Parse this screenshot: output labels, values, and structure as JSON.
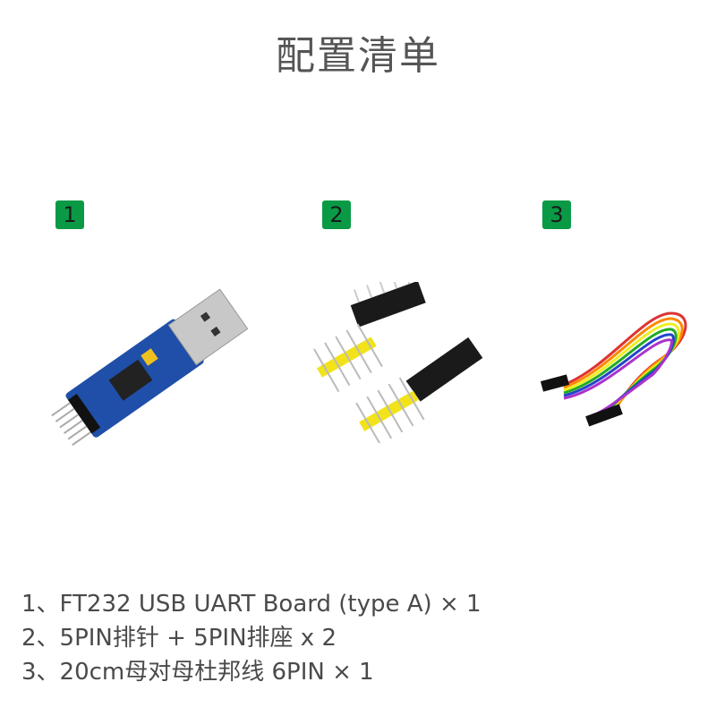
{
  "title": "配置清单",
  "items": [
    {
      "number": "1",
      "icon": "ft232-usb-board-image",
      "caption": "1、FT232 USB UART Board (type A) × 1"
    },
    {
      "number": "2",
      "icon": "pin-header-and-socket-image",
      "caption": "2、5PIN排针 + 5PIN排座 x 2"
    },
    {
      "number": "3",
      "icon": "dupont-jumper-wire-image",
      "caption": "3、20cm母对母杜邦线 6PIN × 1"
    }
  ],
  "colors": {
    "badge": "#0a9a46",
    "pcb": "#1f4fa8",
    "header_yellow": "#f2e21a"
  }
}
